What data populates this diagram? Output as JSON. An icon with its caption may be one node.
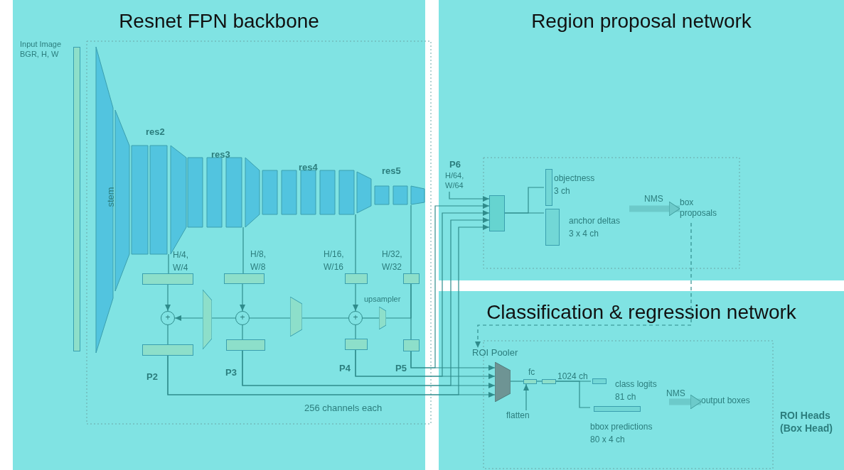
{
  "diagram": {
    "nodes": [
      {
        "text": [
          "Resnet FPN backbone"
        ]
      },
      {
        "text": [
          "Region proposal network"
        ]
      },
      {
        "text": [
          "Classification & regression network"
        ]
      },
      {
        "text": [
          "Input Image BGR, H, W"
        ],
        "in": 0
      },
      {
        "text": [
          "stem"
        ],
        "in": 0
      },
      {
        "text": [
          "res2"
        ],
        "in": 0
      },
      {
        "text": [
          "res3"
        ],
        "in": 0
      },
      {
        "text": [
          "res4"
        ],
        "in": 0
      },
      {
        "text": [
          "res5"
        ],
        "in": 0
      },
      {
        "text": [],
        "shape": "box",
        "in": 0
      },
      {
        "text": [],
        "shape": "box",
        "in": 0
      },
      {
        "text": [],
        "shape": "box",
        "in": 0
      },
      {
        "text": [],
        "shape": "box",
        "in": 0
      },
      {
        "text": [
          "+"
        ],
        "in": 0
      },
      {
        "text": [
          "+"
        ],
        "in": 0
      },
      {
        "text": [
          "+"
        ],
        "in": 0
      },
      {
        "text": [
          "upsampler"
        ],
        "in": 0
      },
      {
        "text": [],
        "shape": "trapezoid",
        "in": 0
      },
      {
        "text": [],
        "shape": "trapezoid",
        "in": 0
      },
      {
        "text": [],
        "shape": "box",
        "beside": [
          "P2"
        ],
        "in": 0
      },
      {
        "text": [],
        "shape": "box",
        "beside": [
          "P3"
        ],
        "in": 0
      },
      {
        "text": [],
        "shape": "box",
        "beside": [
          "P4"
        ],
        "in": 0
      },
      {
        "text": [],
        "shape": "box",
        "beside": [
          "P5"
        ],
        "in": 0
      },
      {
        "text": [
          "P6",
          "H/64, W/64"
        ],
        "in": 1
      },
      {
        "text": [],
        "shape": "box",
        "in": 1
      },
      {
        "text": [
          "objectness 3 ch"
        ],
        "in": 1
      },
      {
        "text": [
          "anchor deltas 3 x 4 ch"
        ],
        "in": 1
      },
      {
        "text": [
          "box proposals"
        ],
        "in": 1
      },
      {
        "text": [
          "ROI Pooler"
        ],
        "in": 2
      },
      {
        "text": [],
        "shape": "box",
        "beside": [
          "fc"
        ],
        "in": 2
      },
      {
        "text": [],
        "shape": "box",
        "beside": [
          "1024 ch"
        ],
        "in": 2
      },
      {
        "text": [
          "class logits 81 ch"
        ],
        "in": 2
      },
      {
        "text": [
          "bbox predictions 80 x 4 ch"
        ],
        "in": 2
      },
      {
        "text": [
          "output boxes"
        ],
        "in": 2
      },
      {
        "text": [
          "flatten"
        ],
        "in": 2
      }
    ],
    "edges": [
      {
        "from": 5,
        "to": 9,
        "arrow": "none"
      },
      {
        "from": 6,
        "to": 10,
        "arrow": "none"
      },
      {
        "from": 7,
        "to": 11,
        "arrow": "none"
      },
      {
        "from": 8,
        "to": 12,
        "arrow": "none"
      },
      {
        "from": 9,
        "to": 13,
        "arrow": "to"
      },
      {
        "from": 10,
        "to": 14,
        "arrow": "to"
      },
      {
        "from": 11,
        "to": 15,
        "arrow": "to"
      },
      {
        "from": 12,
        "to": 22,
        "arrow": "none"
      },
      {
        "from": 12,
        "to": 16,
        "arrow": "none"
      },
      {
        "from": 16,
        "to": 15,
        "arrow": "none"
      },
      {
        "from": 15,
        "to": 18,
        "arrow": "none"
      },
      {
        "from": 18,
        "to": 14,
        "arrow": "none"
      },
      {
        "from": 14,
        "to": 17,
        "arrow": "none"
      },
      {
        "from": 17,
        "to": 13,
        "arrow": "to"
      },
      {
        "from": 13,
        "to": 19,
        "arrow": "none"
      },
      {
        "from": 14,
        "to": 20,
        "arrow": "none"
      },
      {
        "from": 15,
        "to": 21,
        "arrow": "none"
      },
      {
        "from": 23,
        "to": 24,
        "arrow": "to"
      },
      {
        "from": 22,
        "to": 24,
        "arrow": "to"
      },
      {
        "from": 21,
        "to": 24,
        "arrow": "to"
      },
      {
        "from": 20,
        "to": 24,
        "arrow": "to"
      },
      {
        "from": 19,
        "to": 24,
        "arrow": "to"
      },
      {
        "from": 22,
        "to": 28,
        "arrow": "to"
      },
      {
        "from": 21,
        "to": 28,
        "arrow": "to"
      },
      {
        "from": 20,
        "to": 28,
        "arrow": "to"
      },
      {
        "from": 19,
        "to": 28,
        "arrow": "to"
      },
      {
        "from": 24,
        "to": 25,
        "arrow": "none"
      },
      {
        "from": 24,
        "to": 26,
        "arrow": "none"
      },
      {
        "from": 26,
        "to": 27,
        "arrow": "to",
        "label": "NMS",
        "style": "thick"
      },
      {
        "from": 27,
        "to": 28,
        "arrow": "to",
        "style": "dashed"
      },
      {
        "from": 28,
        "to": 29,
        "arrow": "none"
      },
      {
        "from": 29,
        "to": 30,
        "arrow": "none"
      },
      {
        "from": 30,
        "to": 31,
        "arrow": "none"
      },
      {
        "from": 30,
        "to": 32,
        "arrow": "none"
      },
      {
        "from": 31,
        "to": 33,
        "arrow": "to",
        "label": "NMS",
        "style": "thick"
      },
      {
        "from": 34,
        "to": 29,
        "arrow": "to"
      }
    ],
    "labels": [
      "H/4, W/4",
      "H/8, W/8",
      "H/16, W/16",
      "H/32, W/32",
      "256 channels each",
      "ROI Heads (Box Head)"
    ]
  }
}
